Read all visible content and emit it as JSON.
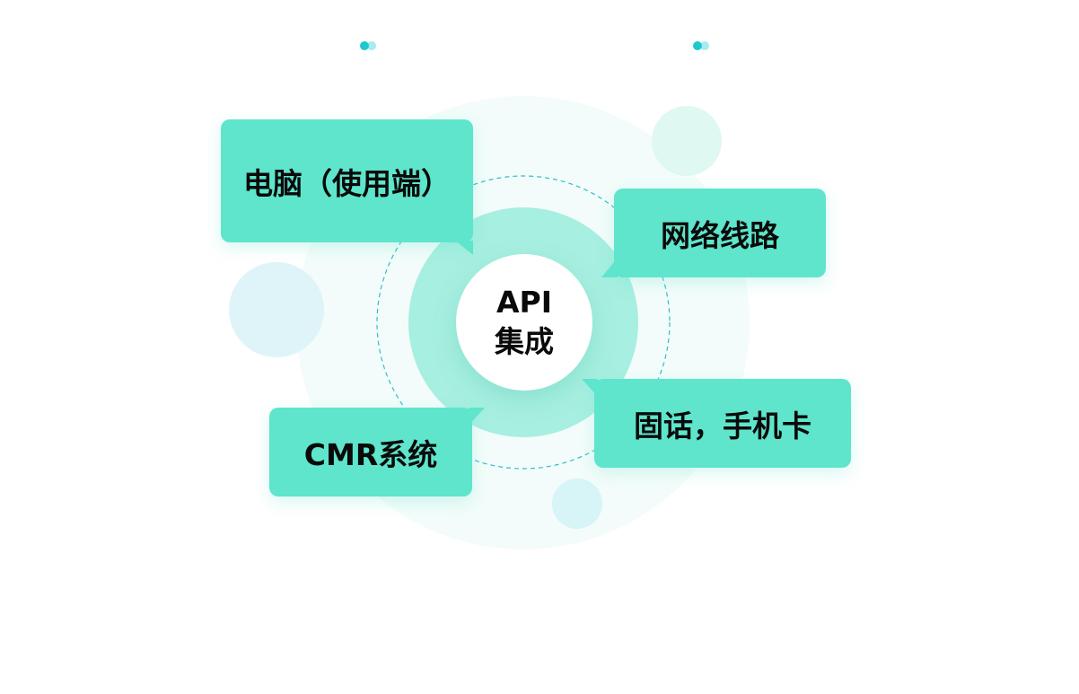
{
  "center": {
    "line1": "API",
    "line2": "集成"
  },
  "nodes": [
    {
      "id": "pc",
      "label": "电脑（使用端）"
    },
    {
      "id": "network",
      "label": "网络线路"
    },
    {
      "id": "phone",
      "label": "固话，手机卡"
    },
    {
      "id": "crm",
      "label": "CMR系统"
    }
  ],
  "colors": {
    "accent": "#5ee5cc",
    "dot": "#1fc8cf",
    "dot_light": "#a5ecef"
  }
}
